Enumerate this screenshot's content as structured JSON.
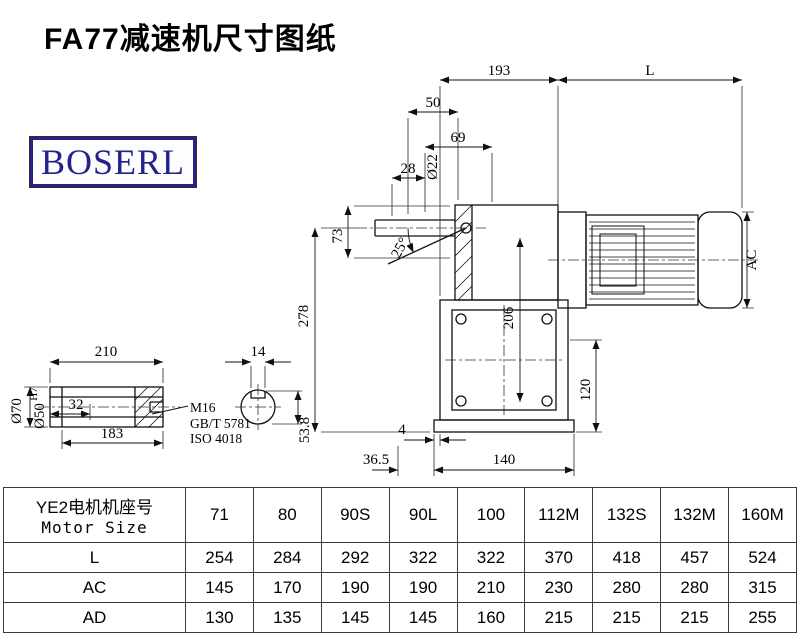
{
  "header": {
    "title": "FA77减速机尺寸图纸",
    "brand": "BOSERL"
  },
  "drawing": {
    "dims": {
      "n193": "193",
      "L": "L",
      "n50": "50",
      "n69": "69",
      "n28": "28",
      "d22": "Ø22",
      "n73": "73",
      "a25": "25°",
      "n278": "278",
      "n206": "206",
      "AC": "AC",
      "n120": "120",
      "n4": "4",
      "n36_5": "36.5",
      "n140": "140",
      "n53_8": "53.8",
      "n210": "210",
      "n14": "14",
      "d70": "Ø70",
      "d50": "Ø50",
      "h7": "H7",
      "n32": "32",
      "n183": "183"
    },
    "notes": {
      "m16": "M16",
      "gb": "GB/T 5781",
      "iso": "ISO 4018"
    }
  },
  "table": {
    "header_cn": "YE2电机机座号",
    "header_en": "Motor Size",
    "columns": [
      "71",
      "80",
      "90S",
      "90L",
      "100",
      "112M",
      "132S",
      "132M",
      "160M"
    ],
    "rows": [
      {
        "label": "L",
        "values": [
          "254",
          "284",
          "292",
          "322",
          "322",
          "370",
          "418",
          "457",
          "524"
        ]
      },
      {
        "label": "AC",
        "values": [
          "145",
          "170",
          "190",
          "190",
          "210",
          "230",
          "280",
          "280",
          "315"
        ]
      },
      {
        "label": "AD",
        "values": [
          "130",
          "135",
          "145",
          "145",
          "160",
          "215",
          "215",
          "215",
          "255"
        ]
      }
    ]
  }
}
